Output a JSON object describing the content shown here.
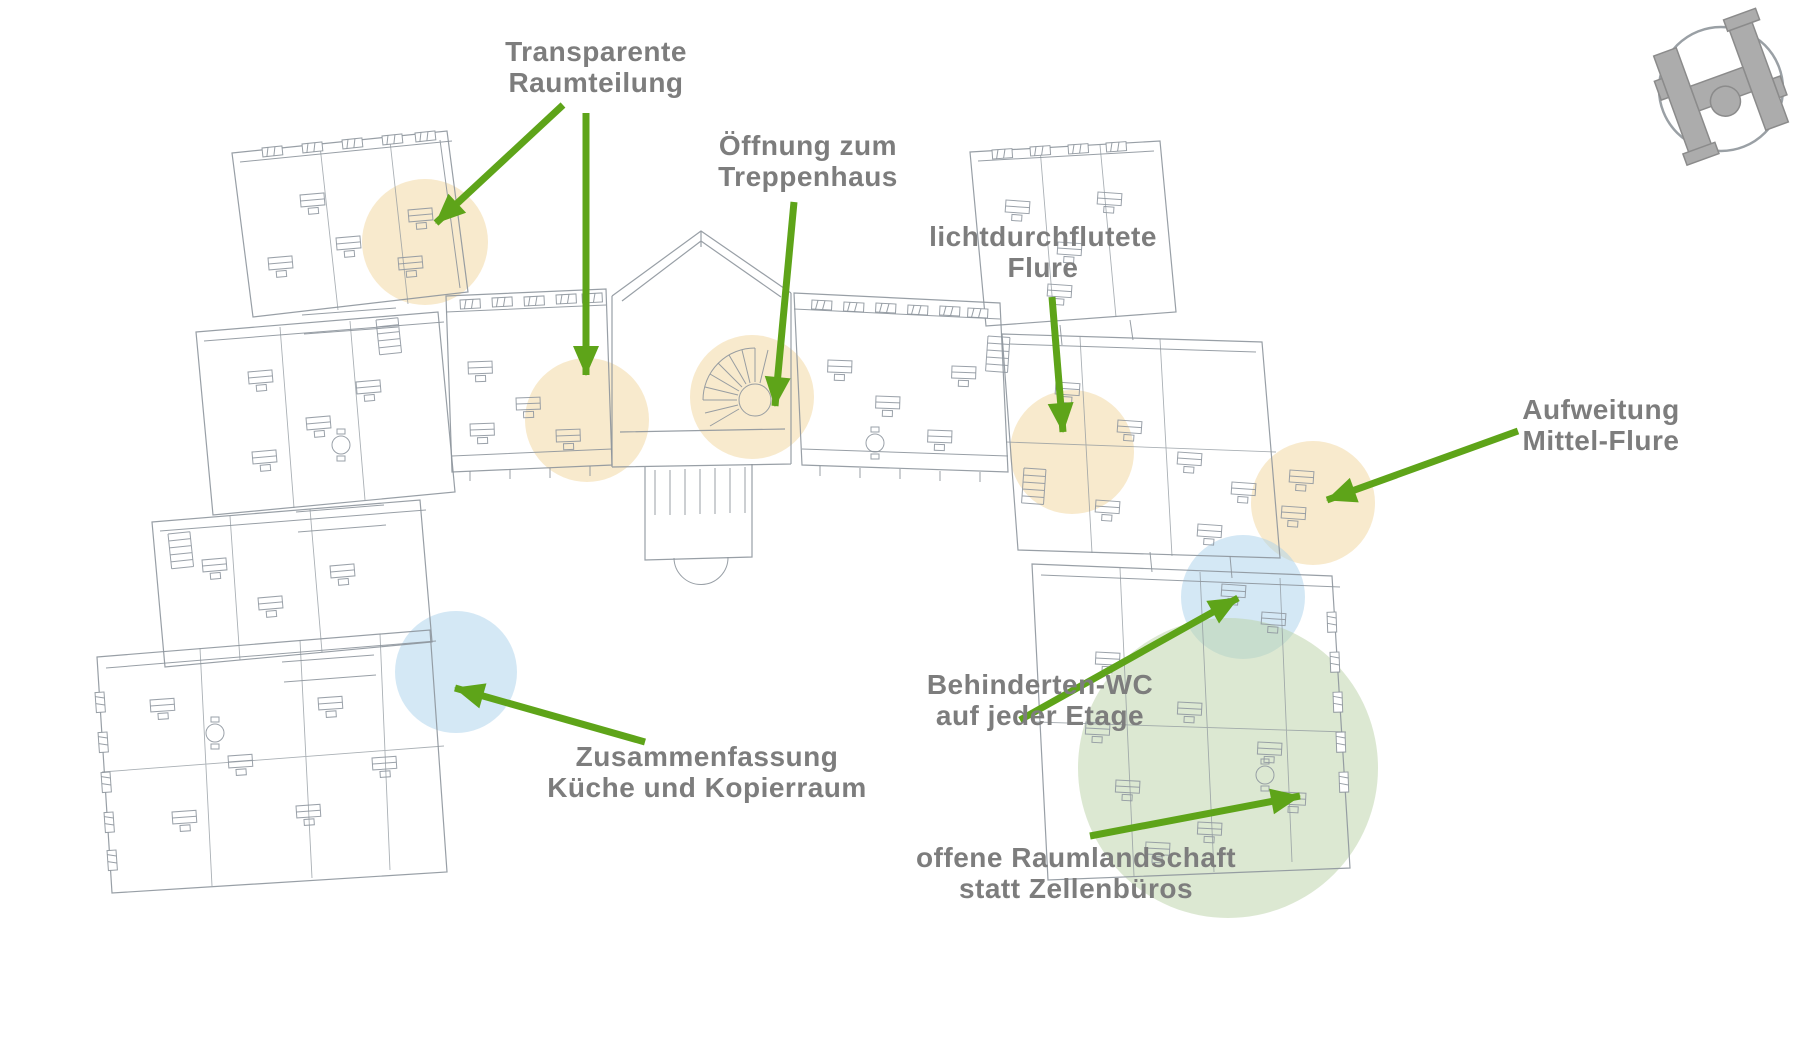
{
  "slide": {
    "background_color": "#ffffff",
    "description": "Isometric architectural line drawing of an H-shaped office building floor, annotated with refurbishment concept features"
  },
  "logo": {
    "icon": "h-building-footprint-badge-icon"
  },
  "colors": {
    "label_text": "#7d7d7d",
    "arrow_green": "#5ea419",
    "highlight_orange": "#f3d9a4",
    "highlight_blue": "#aad2ec",
    "highlight_green": "#b9d2a6",
    "drawing_line": "#8d959c"
  },
  "annotations": [
    {
      "id": "transparente-raumteilung",
      "lines": [
        "Transparente",
        "Raumteilung"
      ],
      "highlight_color": "orange"
    },
    {
      "id": "oeffnung-treppenhaus",
      "lines": [
        "Öffnung zum",
        "Treppenhaus"
      ],
      "highlight_color": "orange"
    },
    {
      "id": "lichtdurchflutete-flure",
      "lines": [
        "lichtdurchflutete",
        "Flure"
      ],
      "highlight_color": "orange"
    },
    {
      "id": "aufweitung-mittel-flure",
      "lines": [
        "Aufweitung",
        "Mittel-Flure"
      ],
      "highlight_color": "orange"
    },
    {
      "id": "behinderten-wc",
      "lines": [
        "Behinderten-WC",
        "auf jeder Etage"
      ],
      "highlight_color": "blue"
    },
    {
      "id": "zusammenfassung-kueche",
      "lines": [
        "Zusammenfassung",
        "Küche und Kopierraum"
      ],
      "highlight_color": "blue"
    },
    {
      "id": "offene-raumlandschaft",
      "lines": [
        "offene Raumlandschaft",
        "statt Zellenbüros"
      ],
      "highlight_color": "green"
    }
  ]
}
